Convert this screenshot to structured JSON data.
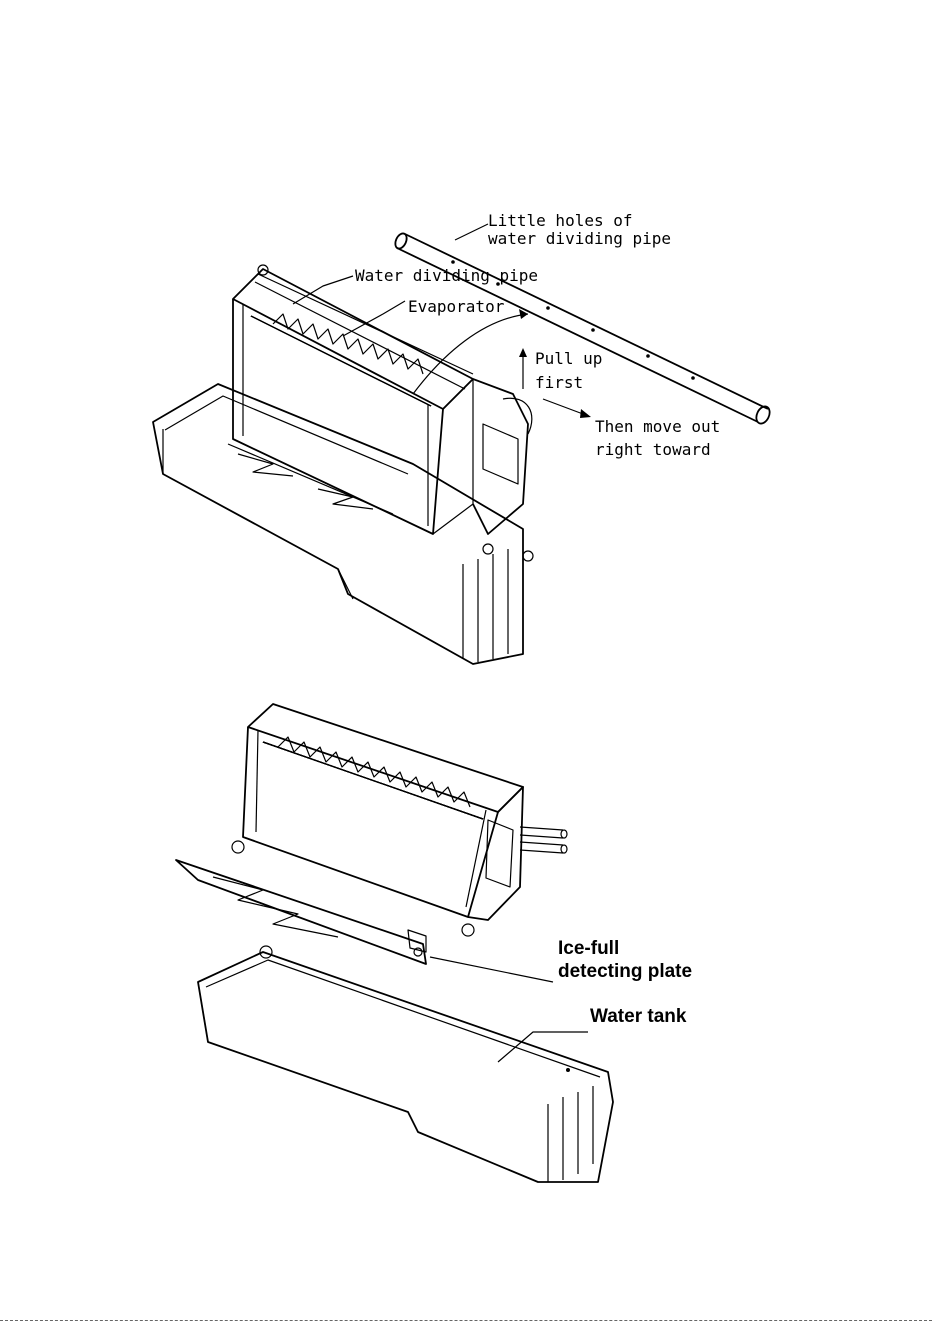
{
  "top_figure": {
    "labels": {
      "holes_line1": "Little holes of",
      "holes_line2": "water dividing pipe",
      "water_dividing_pipe": "Water dividing pipe",
      "evaporator": "Evaporator",
      "pull_up_line1": "Pull up",
      "pull_up_line2": "first",
      "move_out_line1": "Then move out",
      "move_out_line2": "right toward"
    }
  },
  "bottom_figure": {
    "labels": {
      "ice_full_line1": "Ice-full",
      "ice_full_line2": "detecting plate",
      "water_tank": "Water tank"
    }
  }
}
